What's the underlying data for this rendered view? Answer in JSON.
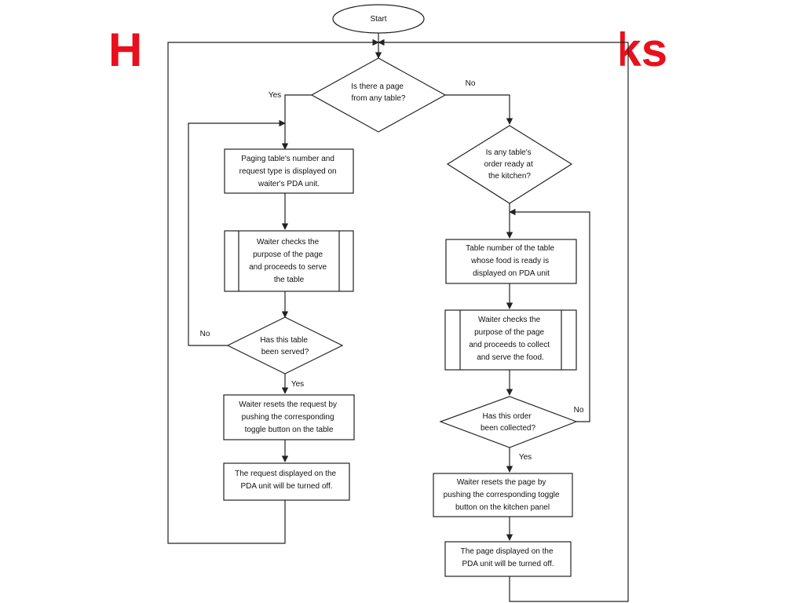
{
  "slide": {
    "title_left": "H",
    "title_right": "rks"
  },
  "start": "Start",
  "decisions": {
    "page_from_table": [
      "Is there a page",
      "from any table?"
    ],
    "order_ready": [
      "Is any table's",
      "order ready at",
      "the kitchen?"
    ],
    "table_served": [
      "Has this table",
      "been served?"
    ],
    "order_collected": [
      "Has this order",
      "been collected?"
    ]
  },
  "left_branch": {
    "display": [
      "Paging table's number and",
      "request type is displayed on",
      "waiter's PDA unit."
    ],
    "check": [
      "Waiter checks the",
      "purpose of the page",
      "and proceeds to serve",
      "the table"
    ],
    "reset": [
      "Waiter resets the request by",
      "pushing the corresponding",
      "toggle button on the table"
    ],
    "off": [
      "The request displayed on the",
      "PDA unit will be turned off."
    ]
  },
  "right_branch": {
    "display": [
      "Table number of the table",
      "whose food is ready is",
      "displayed on PDA unit"
    ],
    "check": [
      "Waiter checks the",
      "purpose of the page",
      "and proceeds to collect",
      "and serve the food."
    ],
    "reset": [
      "Waiter resets the page by",
      "pushing the corresponding toggle",
      "button on the kitchen panel"
    ],
    "off": [
      "The page displayed on the",
      "PDA unit will be turned off."
    ]
  },
  "labels": {
    "yes": "Yes",
    "no": "No"
  }
}
